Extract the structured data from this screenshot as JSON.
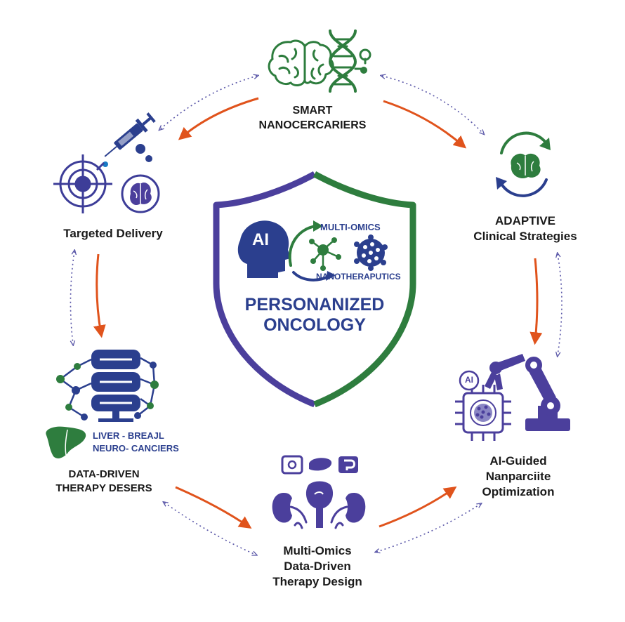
{
  "center": {
    "ai_label": "AI",
    "multi_omics": "MULTI-OMICS",
    "nanotherapeutics": "NANOTHERAPUTICS",
    "title_line1": "PERSONANIZED",
    "title_line2": "ONCOLOGY"
  },
  "nodes": {
    "smart": {
      "line1": "SMART",
      "line2": "NANOCERCARIERS"
    },
    "adaptive": {
      "line1": "ADAPTIVE",
      "line2": "Clinical Strategies"
    },
    "ai_guided": {
      "line1": "AI-Guided",
      "line2": "Nanparciite",
      "line3": "Optimization",
      "badge": "AI"
    },
    "multi_omics": {
      "line1": "Multi-Omics",
      "line2": "Data-Driven",
      "line3": "Therapy Design"
    },
    "data_driven": {
      "line1": "DATA-DRIVEN",
      "line2": "THERAPY DESERS",
      "cancers_line1": "LIVER - BREAJL",
      "cancers_line2": "NEURO- CANCIERS"
    },
    "targeted": {
      "line1": "Targeted Delivery"
    }
  },
  "colors": {
    "navy": "#2b3f8e",
    "green": "#2e7d3e",
    "purple": "#4b3f9c",
    "orange": "#e0531c",
    "dotted": "#5a57a8"
  },
  "icons": [
    "brain-icon",
    "dna-icon",
    "syringe-icon",
    "target-icon",
    "brain-circle-icon",
    "adaptive-cycle-icon",
    "robot-arm-icon",
    "chip-icon",
    "organs-icon",
    "liver-icon",
    "database-icon",
    "network-icon",
    "head-ai-icon",
    "molecule-icon",
    "nanoparticle-icon",
    "shield-icon"
  ]
}
